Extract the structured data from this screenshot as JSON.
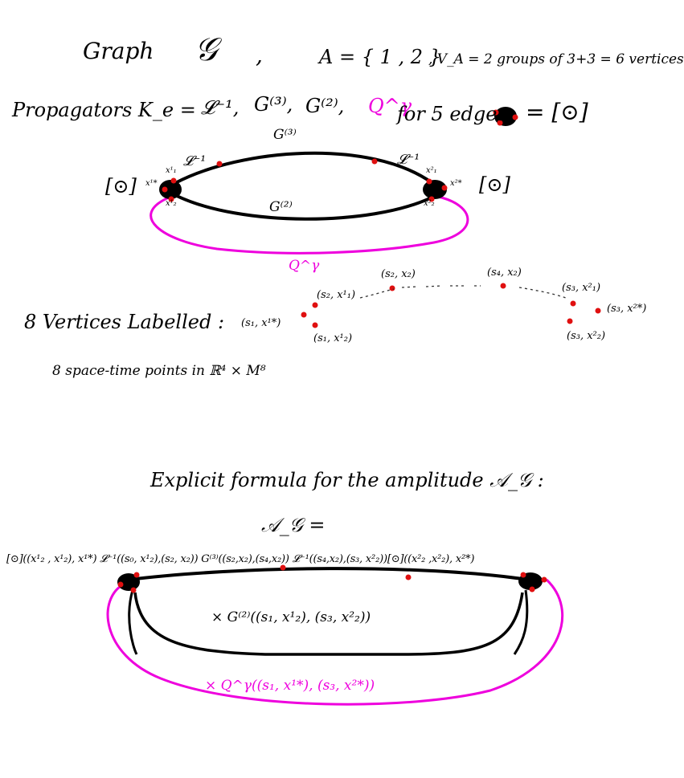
{
  "colors": {
    "ink": "#000000",
    "accent_magenta": "#ee00dd",
    "marker_red": "#e01010",
    "node_black": "#000000"
  },
  "header": {
    "graph_word": "Graph",
    "graph_symbol": "𝒢",
    "comma": ",",
    "set_A": "A = { 1 , 2 }",
    "vertices_note": ", V_A = 2 groups of 3+3 = 6 vertices",
    "propagators_lhs": "Propagators  K_e  =",
    "prop_L": "𝓛⁻¹,",
    "prop_G3": "G⁽³⁾,",
    "prop_G2": "G⁽²⁾,",
    "prop_Q": "Q^γ",
    "prop_tail": "for 5 edges,",
    "node_eq": "= [⊙]"
  },
  "top_diagram": {
    "label_G3": "G⁽³⁾",
    "label_G2": "G⁽²⁾",
    "label_L_left": "𝓛⁻¹",
    "label_L_right": "𝓛⁻¹",
    "label_Q": "Q^γ",
    "node_left": "[⊙]",
    "node_right": "[⊙]",
    "left_x_star": "x¹*",
    "left_x_top": "x¹₁",
    "left_x_bottom": "x¹₂",
    "right_x_top": "x²₁",
    "right_x_star": "x²*",
    "right_x_bottom": "x²₂"
  },
  "vertices": {
    "title": "8  Vertices  Labelled  :",
    "subtitle": "8 space-time points in  ℝ⁴ × M⁸",
    "v1": "(s₁, x¹*)",
    "v2": "(s₂, x¹₁)",
    "v3": "(s₁, x¹₂)",
    "v4": "(s₂, x₂)",
    "v5": "(s₄, x₂)",
    "v6": "(s₃, x²₁)",
    "v7": "(s₃, x²*)",
    "v8": "(s₃, x²₂)"
  },
  "formula": {
    "intro": "Explicit formula for the amplitude  𝒜_𝒢 :",
    "lhs": "𝒜_𝒢  =",
    "line1": "[⊙]((x¹₂ , x¹₂), x¹*)  𝓛⁻¹((s₀, x¹₂),(s₂, x₂))  G⁽³⁾((s₂,x₂),(s₄,x₂))  𝓛⁻¹((s₄,x₂),(s₃, x²₂))[⊙]((x²₂ ,x²₂), x²*)",
    "line2": "× G⁽²⁾((s₁, x¹₂), (s₃, x²₂))",
    "line3": "× Q^γ((s₁, x¹*), (s₃, x²*))"
  }
}
